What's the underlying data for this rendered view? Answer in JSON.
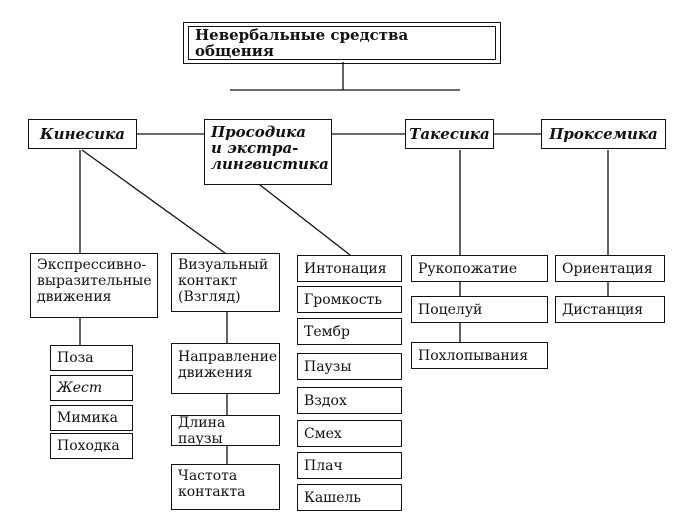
{
  "title": "Невербальные средства общения",
  "categories": {
    "kinesics": "Кинесика",
    "prosody": "Просодика\nи экстра-\nлингвистика",
    "takesics": "Такесика",
    "proxemics": "Проксемика"
  },
  "kinesics_groups": {
    "expressive": "Экспрессивно-\nвыразительные\nдвижения",
    "visual": "Визуальный\nконтакт\n(Взгляд)"
  },
  "expressive_items": [
    "Поза",
    "Жест",
    "Мимика",
    "Походка"
  ],
  "visual_items": [
    "Направление\nдвижения",
    "Длина паузы",
    "Частота\nконтакта"
  ],
  "prosody_items": [
    "Интонация",
    "Громкость",
    "Тембр",
    "Паузы",
    "Вздох",
    "Смех",
    "Плач",
    "Кашель"
  ],
  "takesics_items": [
    "Рукопожатие",
    "Поцелуй",
    "Похлопывания"
  ],
  "proxemics_items": [
    "Ориентация",
    "Дистанция"
  ]
}
